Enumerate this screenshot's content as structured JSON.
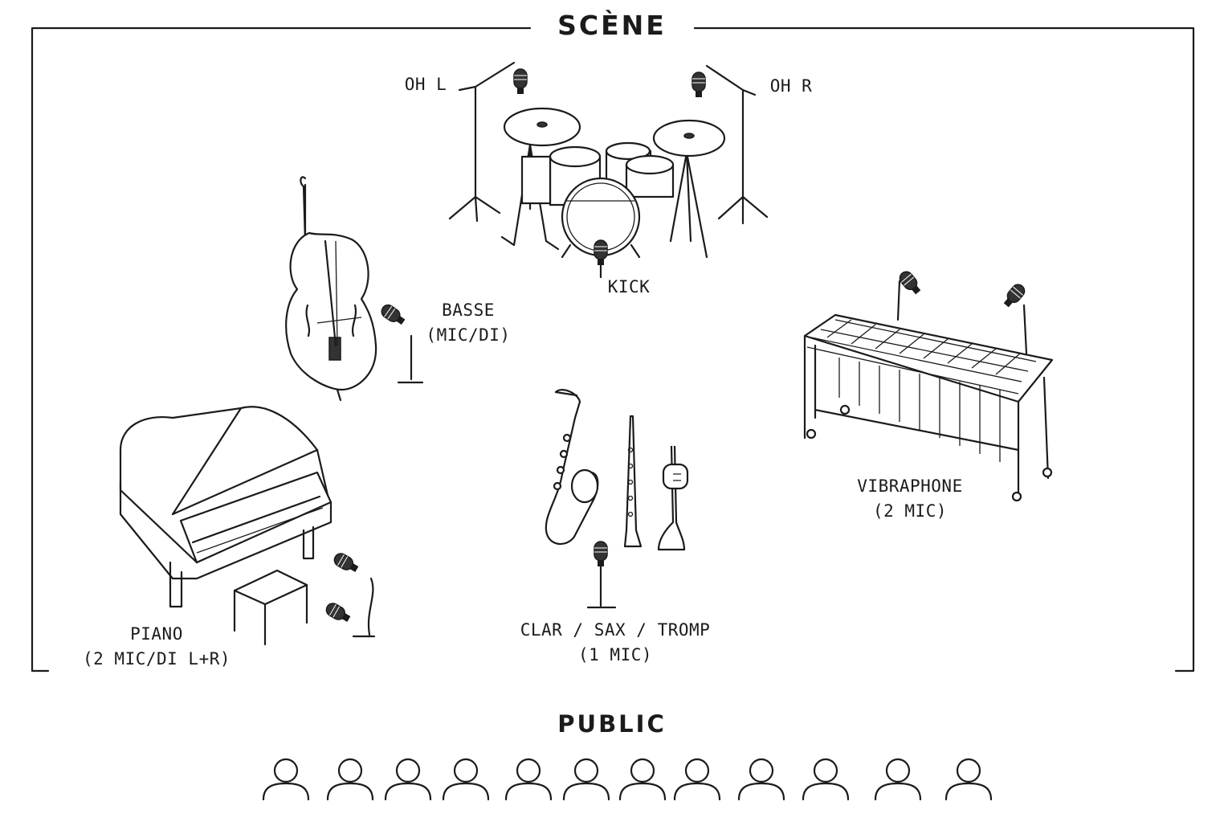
{
  "stage": {
    "title": "SCÈNE"
  },
  "audience": {
    "title": "PUBLIC",
    "seat_count": 12
  },
  "positions": {
    "oh_left": {
      "label": "OH L"
    },
    "oh_right": {
      "label": "OH R"
    },
    "kick": {
      "label": "KICK"
    },
    "bass": {
      "line1": "BASSE",
      "line2": "(MIC/DI)"
    },
    "vibraphone": {
      "line1": "VIBRAPHONE",
      "line2": "(2 MIC)"
    },
    "piano": {
      "line1": "PIANO",
      "line2": "(2 MIC/DI L+R)"
    },
    "horns": {
      "line1": "CLAR / SAX / TROMP",
      "line2": "(1 MIC)"
    }
  },
  "icons": {
    "drums": "drum-kit-icon",
    "bass": "double-bass-icon",
    "vibraphone": "vibraphone-icon",
    "piano": "grand-piano-icon",
    "horns": "saxophone-clarinet-trumpet-icon",
    "mic": "microphone-icon",
    "person": "person-icon"
  }
}
